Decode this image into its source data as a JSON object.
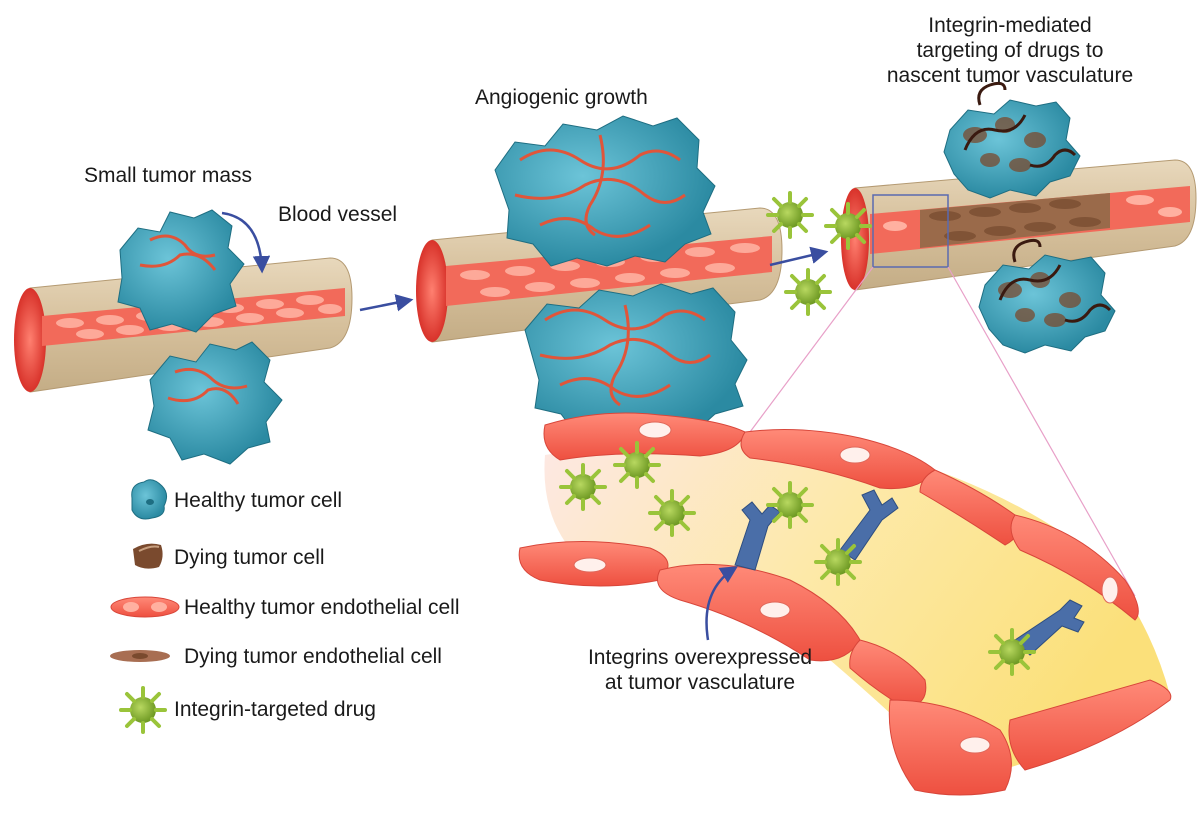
{
  "labels": {
    "small_tumor_mass": "Small tumor mass",
    "blood_vessel": "Blood vessel",
    "angiogenic_growth": "Angiogenic growth",
    "integrin_targeting_1": "Integrin-mediated",
    "integrin_targeting_2": "targeting of drugs to",
    "integrin_targeting_3": "nascent tumor vasculature",
    "integrins_overexpressed_1": "Integrins overexpressed",
    "integrins_overexpressed_2": "at tumor vasculature"
  },
  "legend": [
    {
      "icon": "healthy-tumor-cell-icon",
      "text": "Healthy tumor cell"
    },
    {
      "icon": "dying-tumor-cell-icon",
      "text": "Dying tumor cell"
    },
    {
      "icon": "healthy-endothelial-cell-icon",
      "text": "Healthy tumor endothelial cell"
    },
    {
      "icon": "dying-endothelial-cell-icon",
      "text": "Dying tumor endothelial cell"
    },
    {
      "icon": "integrin-drug-icon",
      "text": "Integrin-targeted drug"
    }
  ],
  "colors": {
    "vessel_tan": "#d8c4a2",
    "endothelial_red": "#f0584a",
    "tumor_teal": "#3a9fb5",
    "drug_green": "#8cb83a",
    "integrin_blue": "#4a6ea8",
    "dying_brown": "#8a5a3a",
    "arrow_blue": "#3a4ea0"
  }
}
